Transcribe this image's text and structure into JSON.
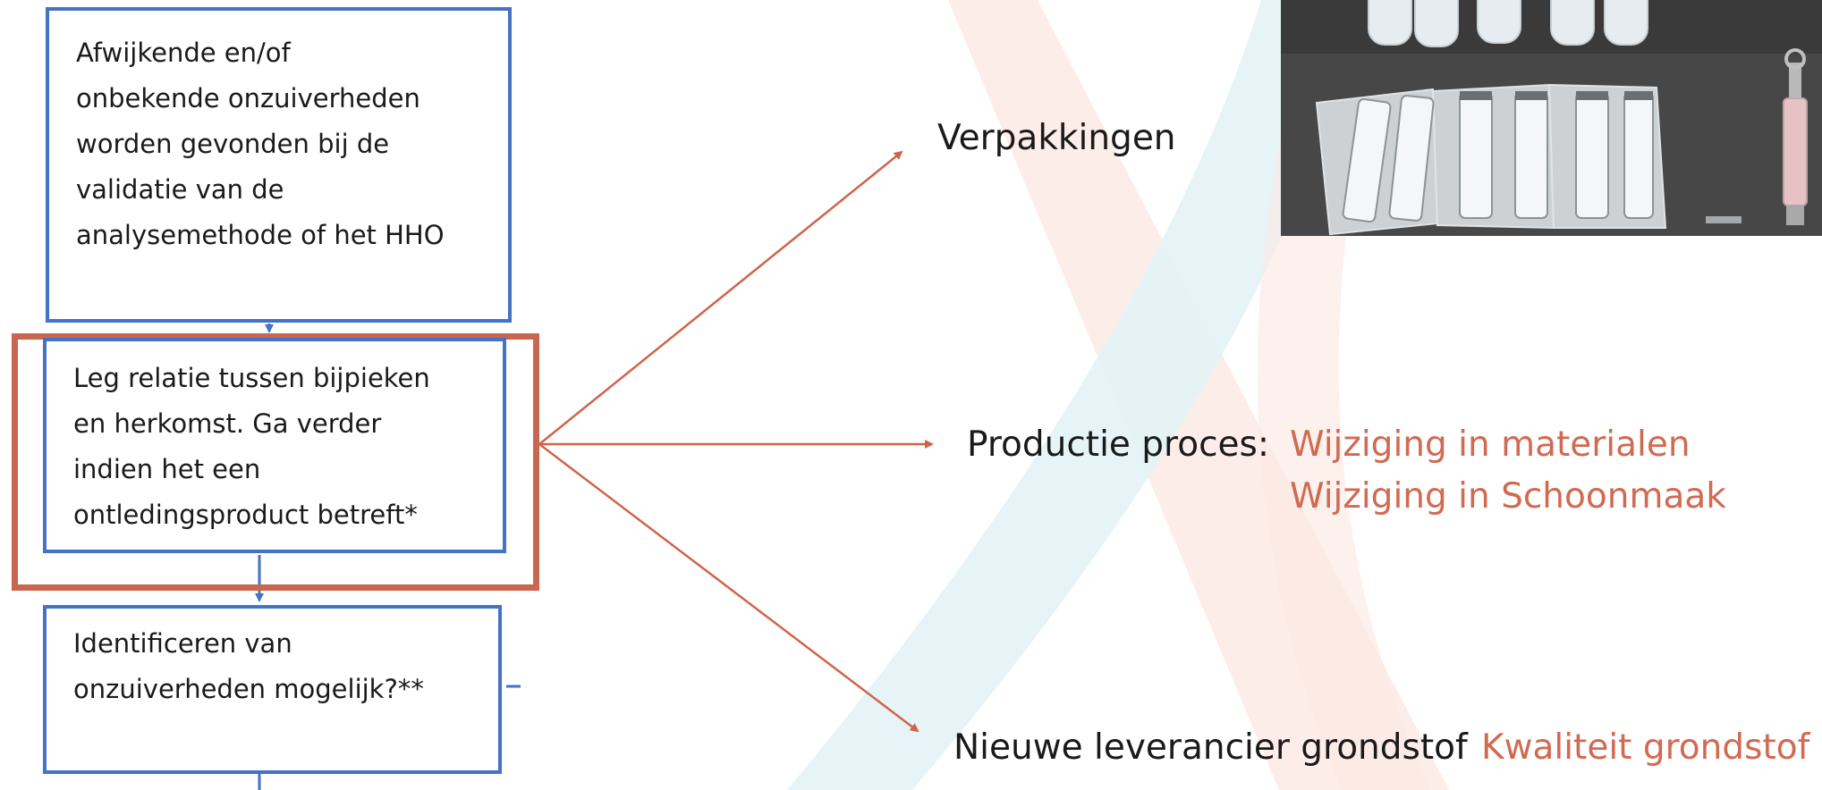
{
  "colors": {
    "box_border": "#4472c4",
    "highlight_border": "#c9664f",
    "arrow": "#d0644b",
    "accent_text": "#d16a53",
    "bg_red": "#fbe0da",
    "bg_blue": "#dff1f5"
  },
  "flowchart": {
    "box1_text": "Afwijkende en/of\nonbekende onzuiverheden\nworden gevonden bij de\nvalidatie van de\nanalysemethode of het HHO",
    "box2_text": "Leg relatie tussen bijpieken\nen herkomst. Ga verder\nindien het een\nontledingsproduct betreft*",
    "box3_text": "Identificeren van\nonzuiverheden mogelijk?**"
  },
  "branches": {
    "packaging": "Verpakkingen",
    "process_label": "Productie proces:",
    "process_item1": "Wijziging in materialen",
    "process_item2": "Wijziging in Schoonmaak",
    "supplier_label": "Nieuwe leverancier grondstof",
    "supplier_item": "Kwaliteit grondstof"
  },
  "photo": {
    "subject": "packaging-photo-bottles-syringes"
  }
}
